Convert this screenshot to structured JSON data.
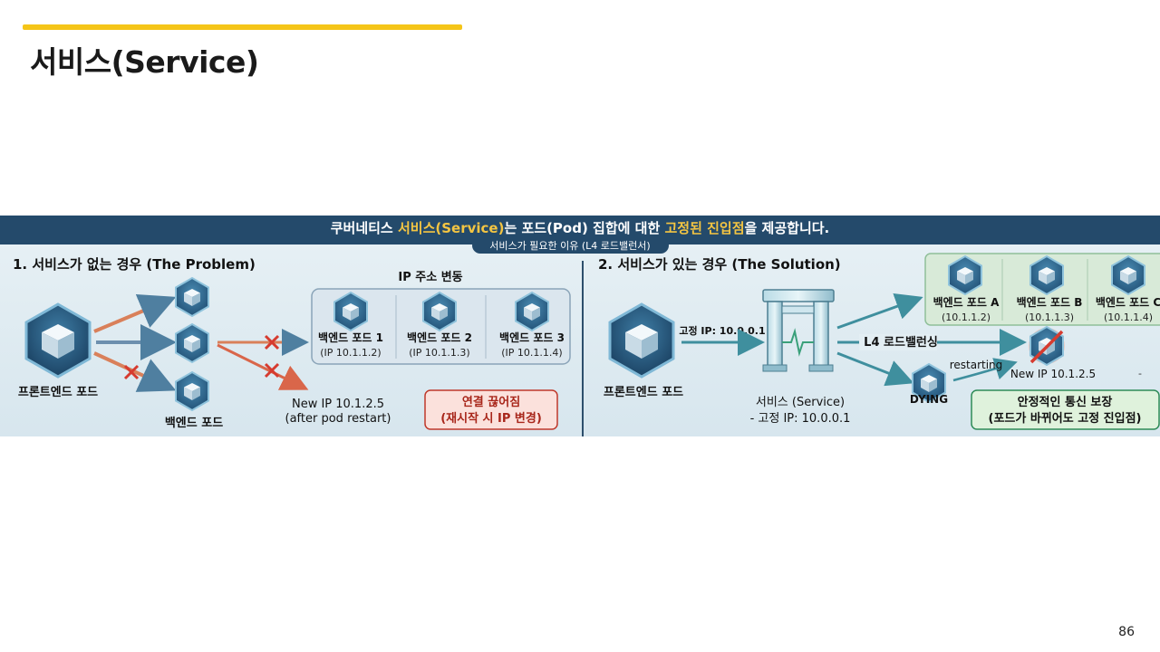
{
  "slide": {
    "title": "서비스(Service)",
    "page_number": "86",
    "accent_color": "#f5c518"
  },
  "header": {
    "title_pre": "쿠버네티스 ",
    "title_hl1": "서비스(Service)",
    "title_mid": "는 포드(Pod) 집합에 대한 ",
    "title_hl2": "고정된 진입점",
    "title_post": "을 제공합니다.",
    "subtitle": "서비스가 필요한 이유 (L4 로드밸런서)",
    "bg_color": "#244a6b",
    "highlight_color": "#f4c542"
  },
  "problem": {
    "heading": "1. 서비스가 없는 경우 (The Problem)",
    "frontend_label": "프론트엔드 포드",
    "backend_label": "백엔드 포드",
    "ip_group_label": "IP 주소 변동",
    "pods": [
      {
        "name": "백엔드 포드 1",
        "ip": "(IP 10.1.1.2)"
      },
      {
        "name": "백엔드 포드 2",
        "ip": "(IP 10.1.1.3)"
      },
      {
        "name": "백엔드 포드 3",
        "ip": "(IP 10.1.1.4)"
      }
    ],
    "new_ip_line1": "New IP 10.1.2.5",
    "new_ip_line2": "(after pod restart)",
    "warning_line1": "연결 끊어짐",
    "warning_line2": "(재시작 시 IP 변경)",
    "warning_color": "#c0392b"
  },
  "solution": {
    "heading": "2. 서비스가 있는 경우 (The Solution)",
    "frontend_label": "프론트엔드 포드",
    "fixed_ip_label": "고정 IP: 10.0.0.1",
    "service_line1": "서비스 (Service)",
    "service_line2": "- 고정 IP: 10.0.0.1",
    "lb_label": "L4 로드밸런싱",
    "pods": [
      {
        "name": "백엔드 포드 A",
        "ip": "(10.1.1.2)"
      },
      {
        "name": "백엔드 포드 B",
        "ip": "(10.1.1.3)"
      },
      {
        "name": "백엔드 포드 C",
        "ip": "(10.1.1.4)"
      }
    ],
    "restarting_label": "restarting",
    "new_ip_label": "New IP 10.1.2.5",
    "dying_label": "DYING",
    "dash": "-",
    "ok_line1": "안정적인 통신 보장",
    "ok_line2": "(포드가 바뀌어도 고정 진입점)",
    "ok_color": "#2e8b57"
  },
  "icons": [
    "cube-icon",
    "cross-icon",
    "service-gate-icon"
  ]
}
